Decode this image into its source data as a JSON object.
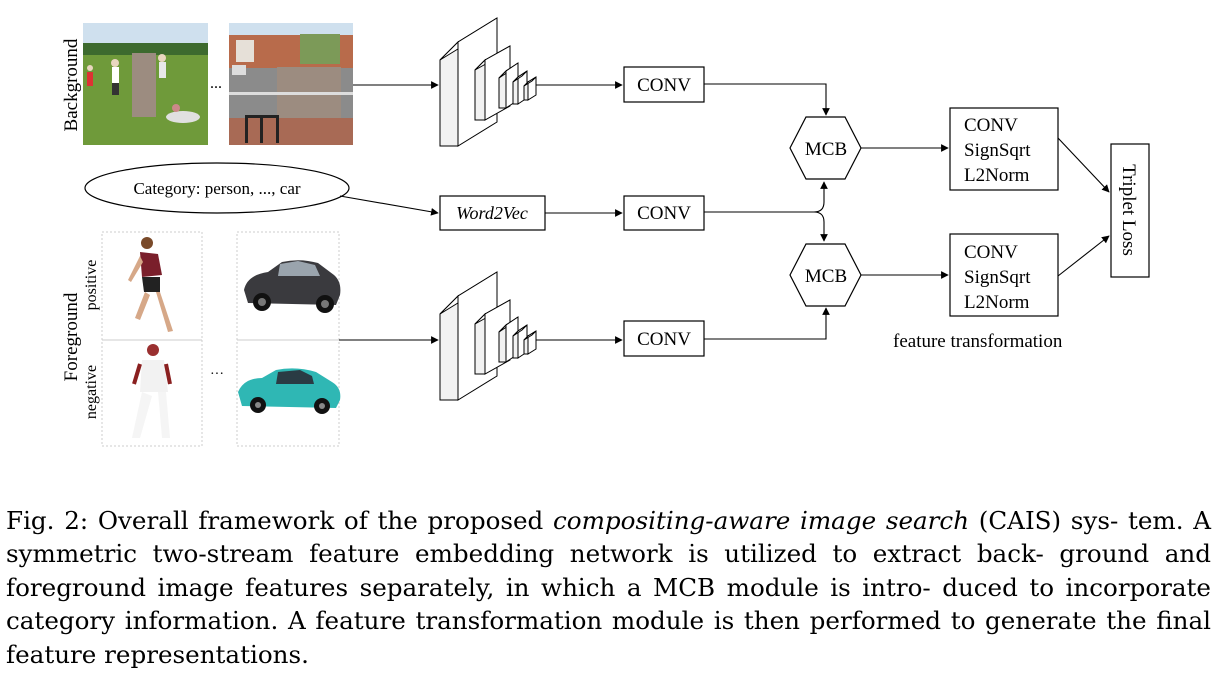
{
  "diagram": {
    "background_label": "Background",
    "foreground_label": "Foreground",
    "positive_label": "positive",
    "negative_label": "negative",
    "ellipsis": "...",
    "ellipsis_fg": "···",
    "category_text": "Category: person, ..., car",
    "word2vec_label": "Word2Vec",
    "conv_label": "CONV",
    "mcb_label": "MCB",
    "transform_lines": [
      "CONV",
      "SignSqrt",
      "L2Norm"
    ],
    "triplet_loss_label": "Triplet Loss",
    "feature_transformation_label": "feature transformation"
  },
  "caption": {
    "prefix": "Fig. 2: Overall framework of the proposed ",
    "emphasis": "compositing-aware image search",
    "suffix": " (CAIS) sys- tem. A symmetric two-stream feature embedding network is utilized to extract back- ground and foreground image features separately, in which a MCB module is intro- duced to incorporate category information. A feature transformation module is then performed to generate the final feature representations."
  },
  "colors": {
    "grass": "#6f9a3a",
    "sky": "#cfe0ee",
    "road": "#8b8b8b",
    "occluder": "#9c8c80",
    "car_dark": "#3a3a3e",
    "car_teal": "#2fb7b4",
    "shirt_red": "#7a1f2b"
  }
}
